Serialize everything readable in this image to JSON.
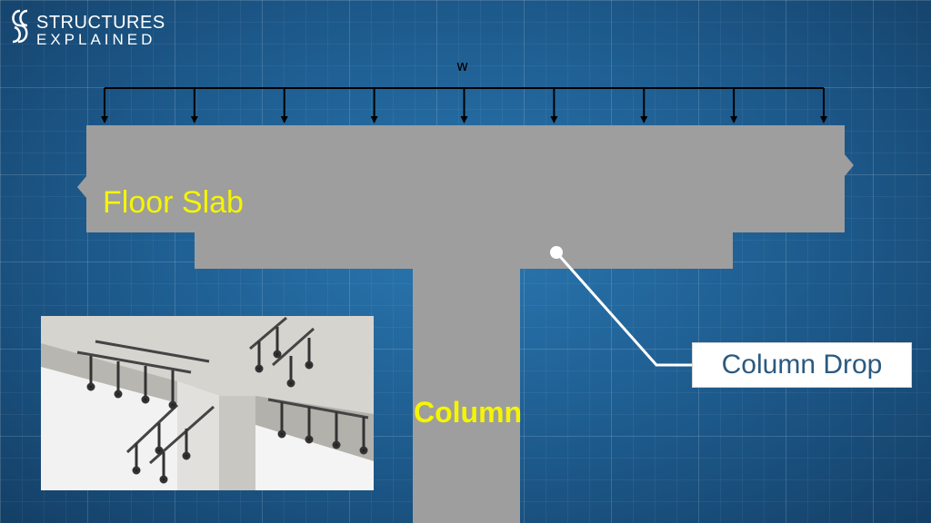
{
  "brand": {
    "line1": "STRUCTURES",
    "line2": "EXPLAINED"
  },
  "diagram": {
    "load_label": "w",
    "floor_slab_label": "Floor Slab",
    "column_label": "Column",
    "column_drop_label": "Column Drop",
    "colors": {
      "concrete": "#9e9e9e",
      "highlight_text": "#f5f500",
      "callout_text": "#2b5a80"
    }
  },
  "icons": [
    "structures-explained-logo",
    "load-arrow-icon",
    "callout-dot-icon"
  ]
}
